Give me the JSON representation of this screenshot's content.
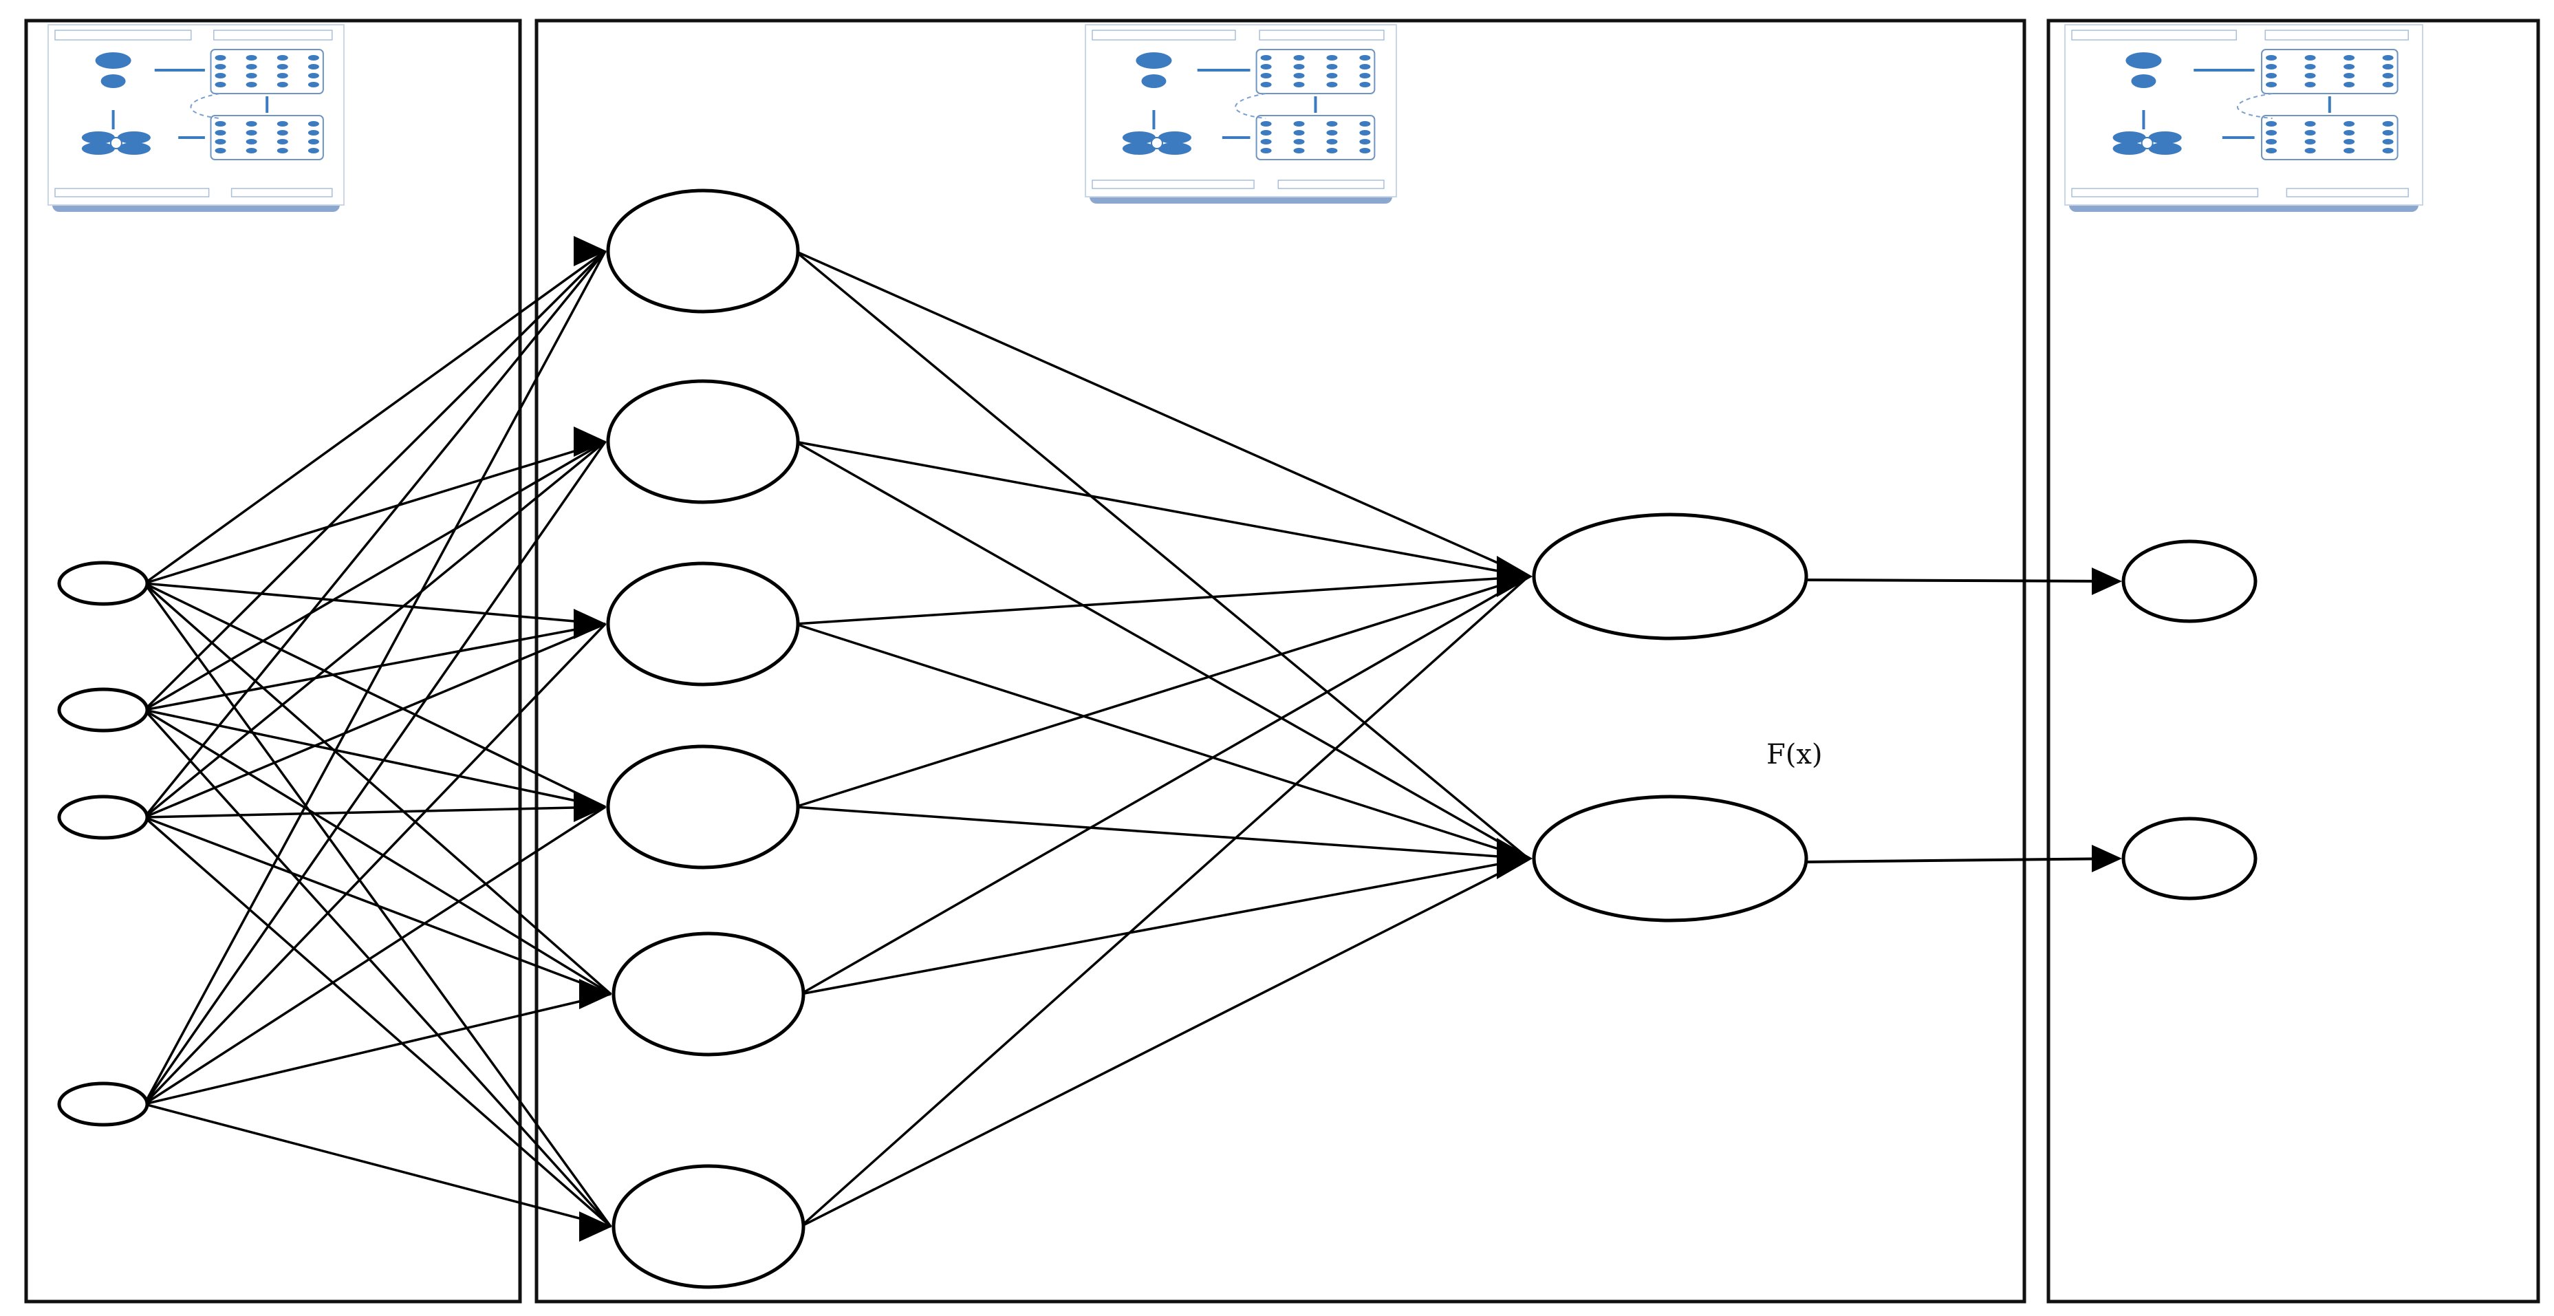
{
  "diagram": {
    "float_label": "F(x)",
    "colors": {
      "line": "#000000",
      "thumbnail_accent": "#3d7bc0",
      "thumbnail_shadow": "#2d5fa8"
    },
    "panels": [
      "left-panel",
      "middle-panel",
      "right-panel"
    ],
    "layers": {
      "input": {
        "nodes": 4
      },
      "hidden": {
        "nodes": 6
      },
      "output": {
        "nodes": 2
      },
      "result": {
        "nodes": 2
      }
    },
    "connectivity": {
      "input_to_hidden": "fully-connected",
      "hidden_to_output": "fully-connected",
      "output_to_result": "one-to-one"
    },
    "thumbnail_icon": "workflow-thumbnail-icon"
  }
}
